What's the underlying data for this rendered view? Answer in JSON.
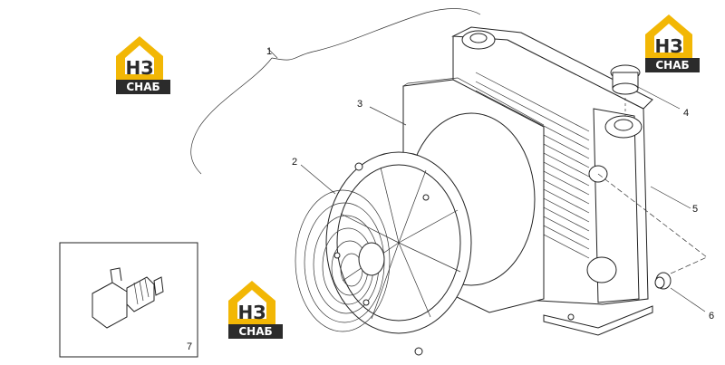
{
  "callouts": [
    {
      "id": "1",
      "label": "1"
    },
    {
      "id": "2",
      "label": "2"
    },
    {
      "id": "3",
      "label": "3"
    },
    {
      "id": "4",
      "label": "4"
    },
    {
      "id": "5",
      "label": "5"
    },
    {
      "id": "6",
      "label": "6"
    },
    {
      "id": "7",
      "label": "7"
    }
  ],
  "watermark": {
    "letters": "НЗ",
    "caption": "СНАБ",
    "colors": {
      "house": "#f2b705",
      "dark": "#2b2b2b",
      "caption_text": "#ffffff"
    }
  }
}
